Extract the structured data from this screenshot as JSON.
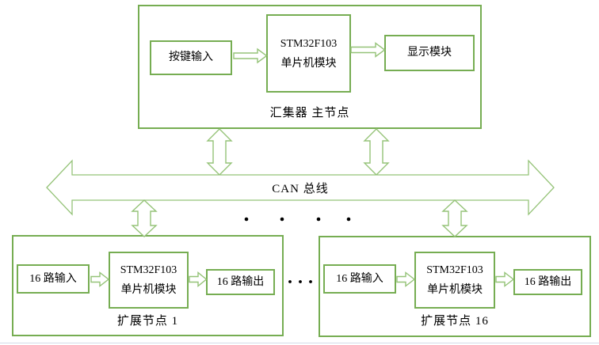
{
  "figure": {
    "collector": {
      "label": "汇集器 主节点",
      "key_input": "按键输入",
      "mcu_line1": "STM32F103",
      "mcu_line2": "单片机模块",
      "display": "显示模块"
    },
    "bus_label": "CAN 总线",
    "nodes": [
      {
        "label": "扩展节点 1",
        "input": "16 路输入",
        "mcu_line1": "STM32F103",
        "mcu_line2": "单片机模块",
        "output": "16 路输出"
      },
      {
        "label": "扩展节点 16",
        "input": "16 路输入",
        "mcu_line1": "STM32F103",
        "mcu_line2": "单片机模块",
        "output": "16 路输出"
      }
    ],
    "colors": {
      "box_border": "#76ad52",
      "arrow_stroke": "#95c378",
      "text": "#000000"
    }
  }
}
